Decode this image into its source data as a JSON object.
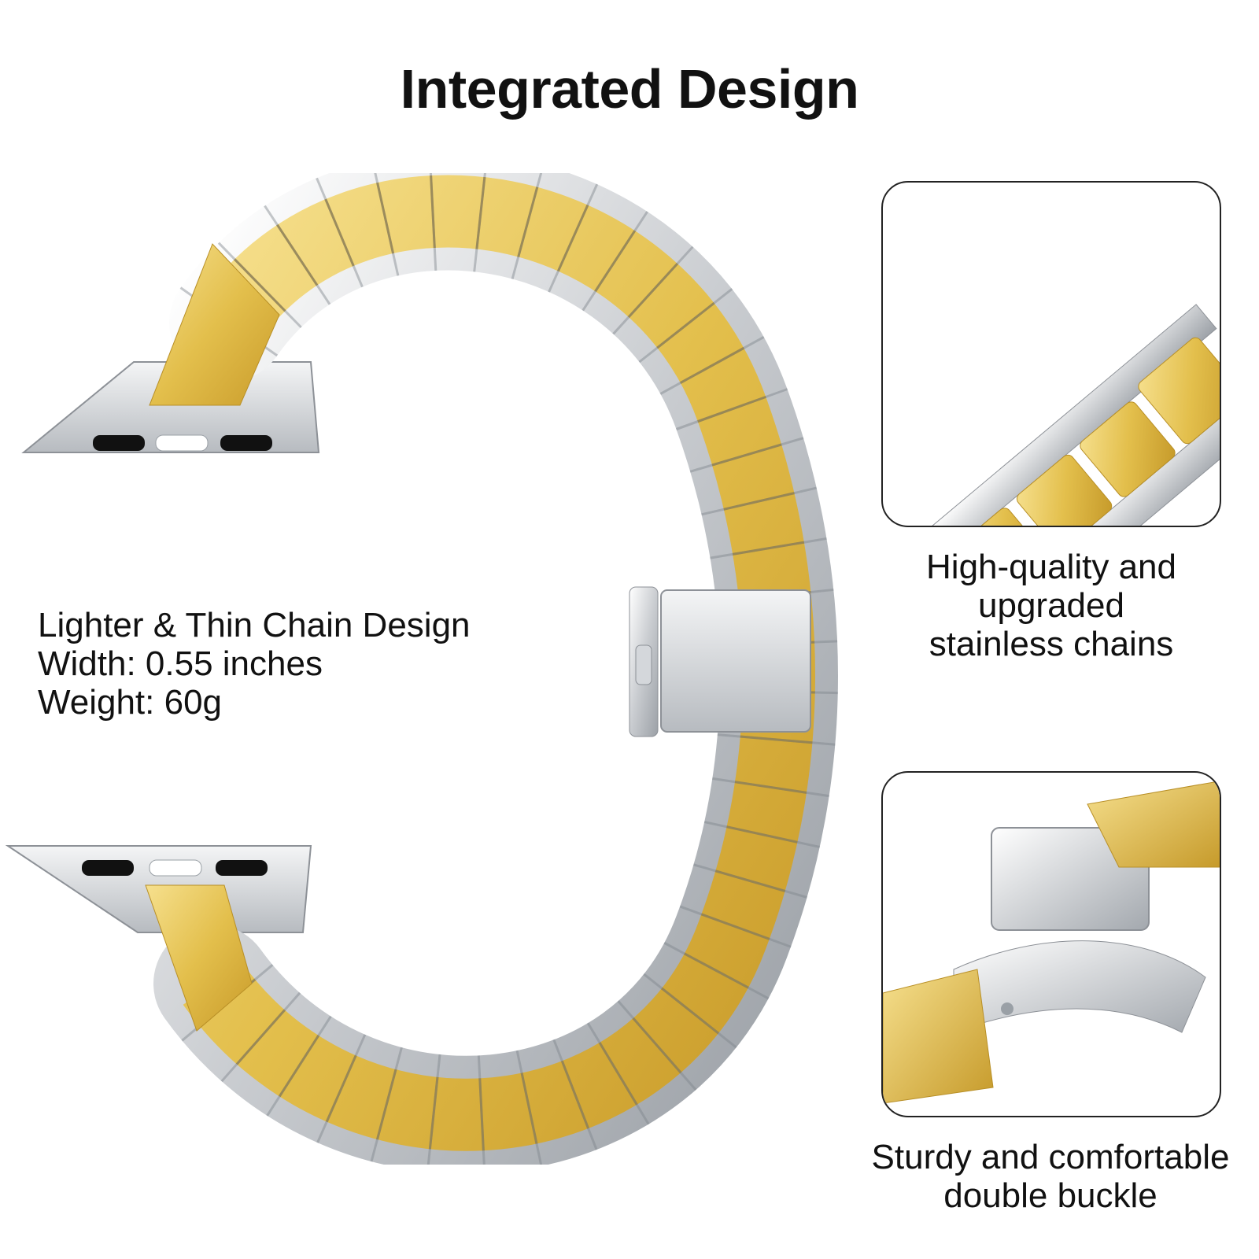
{
  "title": "Integrated Design",
  "specs": {
    "line1": "Lighter & Thin Chain Design",
    "line2": "Width: 0.55 inches",
    "line3": "Weight: 60g"
  },
  "detail_top": {
    "caption_line1": "High-quality and",
    "caption_line2": "upgraded",
    "caption_line3": "stainless chains"
  },
  "detail_bottom": {
    "caption_line1": "Sturdy and comfortable",
    "caption_line2": "double buckle"
  },
  "colors": {
    "gold": "#e8c654",
    "silver": "#d6d9dc",
    "text": "#111111",
    "frame": "#222222"
  }
}
